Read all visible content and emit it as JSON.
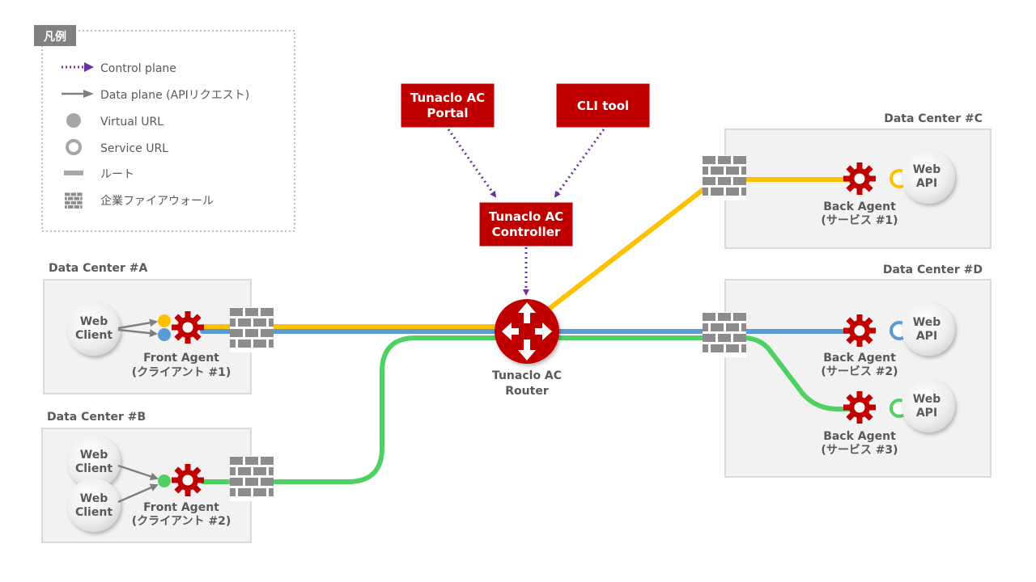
{
  "legend": {
    "title": "凡例",
    "items": [
      {
        "icon": "control-plane-arrow",
        "label": "Control plane"
      },
      {
        "icon": "data-plane-arrow",
        "label": "Data plane (APIリクエスト)"
      },
      {
        "icon": "virtual-url-dot",
        "label": "Virtual URL"
      },
      {
        "icon": "service-url-ring",
        "label": "Service URL"
      },
      {
        "icon": "route-bar",
        "label": "ルート"
      },
      {
        "icon": "firewall-brick",
        "label": "企業ファイアウォール"
      }
    ]
  },
  "control": {
    "portal": {
      "line1": "Tunaclo AC",
      "line2": "Portal"
    },
    "cli": {
      "label": "CLI tool"
    },
    "controller": {
      "line1": "Tunaclo AC",
      "line2": "Controller"
    }
  },
  "router": {
    "line1": "Tunaclo AC",
    "line2": "Router"
  },
  "datacenters": {
    "a": {
      "title": "Data Center #A"
    },
    "b": {
      "title": "Data Center #B"
    },
    "c": {
      "title": "Data Center #C"
    },
    "d": {
      "title": "Data Center #D"
    }
  },
  "clients": {
    "a": {
      "line1": "Web",
      "line2": "Client"
    },
    "b1": {
      "line1": "Web",
      "line2": "Client"
    },
    "b2": {
      "line1": "Web",
      "line2": "Client"
    }
  },
  "agents": {
    "front1": {
      "line1": "Front Agent",
      "line2": "(クライアント #1)"
    },
    "front2": {
      "line1": "Front Agent",
      "line2": "(クライアント #2)"
    },
    "back1": {
      "line1": "Back Agent",
      "line2": "(サービス #1)"
    },
    "back2": {
      "line1": "Back Agent",
      "line2": "(サービス #2)"
    },
    "back3": {
      "line1": "Back Agent",
      "line2": "(サービス #3)"
    }
  },
  "apis": {
    "c": {
      "line1": "Web",
      "line2": "API"
    },
    "d1": {
      "line1": "Web",
      "line2": "API"
    },
    "d2": {
      "line1": "Web",
      "line2": "API"
    }
  },
  "colors": {
    "control": "#7030a0",
    "yellow": "#ffc000",
    "blue": "#5b9bd5",
    "green": "#4fd062",
    "red": "#c00000",
    "gray": "#7f7f7f"
  }
}
